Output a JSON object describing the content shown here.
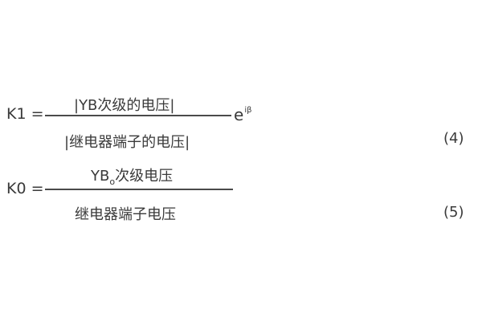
{
  "equations": [
    {
      "id": "eq4",
      "lhs": "K1 =",
      "numerator": "|YB次级的电压|",
      "denominator": "|继电器端子的电压|",
      "multiplier_base": "e",
      "multiplier_exponent": "iβ",
      "number": "(4)"
    },
    {
      "id": "eq5",
      "lhs": "K0 =",
      "numerator_prefix": "YB",
      "numerator_subscript": "o",
      "numerator_suffix": "次级电压",
      "denominator": "继电器端子电压",
      "number": "(5)"
    }
  ]
}
